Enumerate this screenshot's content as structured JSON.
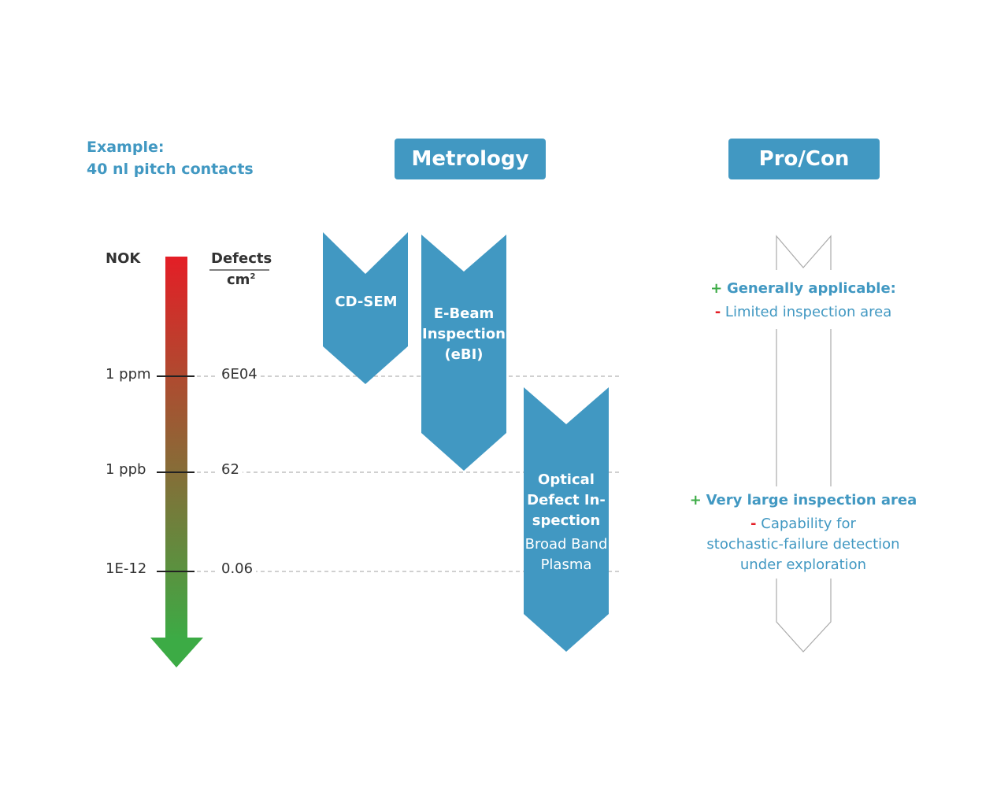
{
  "example": {
    "line1": "Example:",
    "line2": "40 nl pitch contacts"
  },
  "headers": {
    "metrology": "Metrology",
    "procon": "Pro/Con"
  },
  "scale": {
    "top_label": "NOK",
    "unit_numerator": "Defects",
    "unit_denominator": "cm",
    "unit_superscript": "2",
    "ticks": [
      {
        "label": "1 ppm",
        "value": "6E04"
      },
      {
        "label": "1 ppb",
        "value": "62"
      },
      {
        "label": "1E-12",
        "value": "0.06"
      }
    ],
    "gradient_colors": {
      "top": "#e41e26",
      "bottom": "#3cab45"
    }
  },
  "tools": {
    "cdsem": {
      "label": "CD-SEM"
    },
    "ebeam": {
      "line1": "E-Beam",
      "line2": "Inspection",
      "line3": "(eBI)"
    },
    "optical": {
      "line1": "Optical",
      "line2": "Defect In-",
      "line3": "spection",
      "line4": "Broad Band",
      "line5": "Plasma"
    }
  },
  "procon": {
    "group1": {
      "pro": "Generally applicable:",
      "con": "Limited inspection area"
    },
    "group2": {
      "pro": "Very large inspection area",
      "con_line1": "Capability for",
      "con_line2": "stochastic-failure detection",
      "con_line3": "under exploration"
    },
    "plus_symbol": "+",
    "minus_symbol": "-"
  },
  "colors": {
    "accent": "#4198c2",
    "dark": "#333333",
    "plus": "#3cab45",
    "minus": "#e41e26"
  }
}
